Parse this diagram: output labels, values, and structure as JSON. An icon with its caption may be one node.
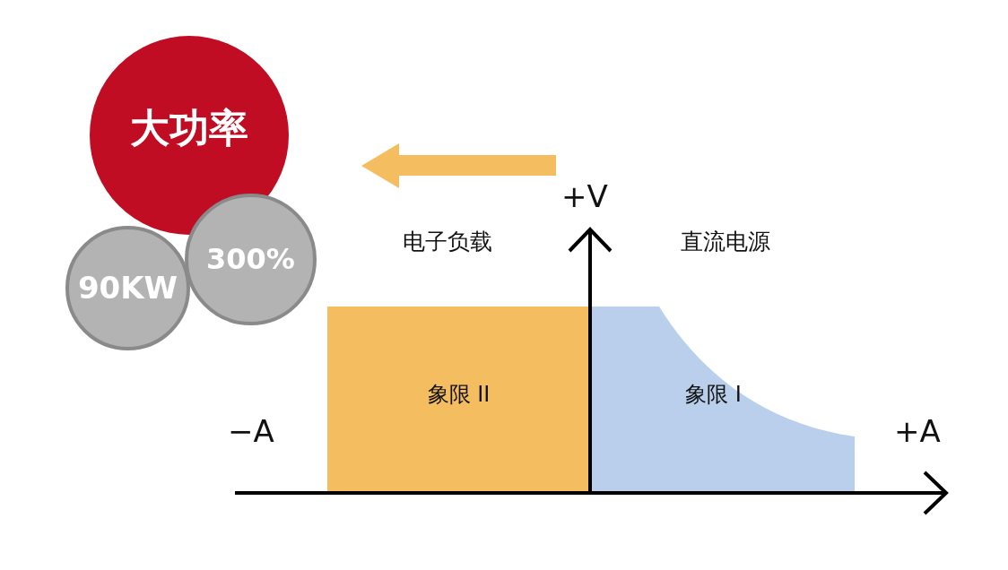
{
  "diagram": {
    "nodes": [
      {
        "text": [
          "大功率"
        ]
      },
      {
        "text": [
          "90KW"
        ]
      },
      {
        "text": [
          "300%"
        ]
      },
      {
        "text": [
          "象限 II"
        ]
      },
      {
        "text": [
          "象限 I"
        ]
      }
    ],
    "labels": [
      "+V",
      "电子负载",
      "直流电源",
      "−A",
      "+A"
    ]
  }
}
